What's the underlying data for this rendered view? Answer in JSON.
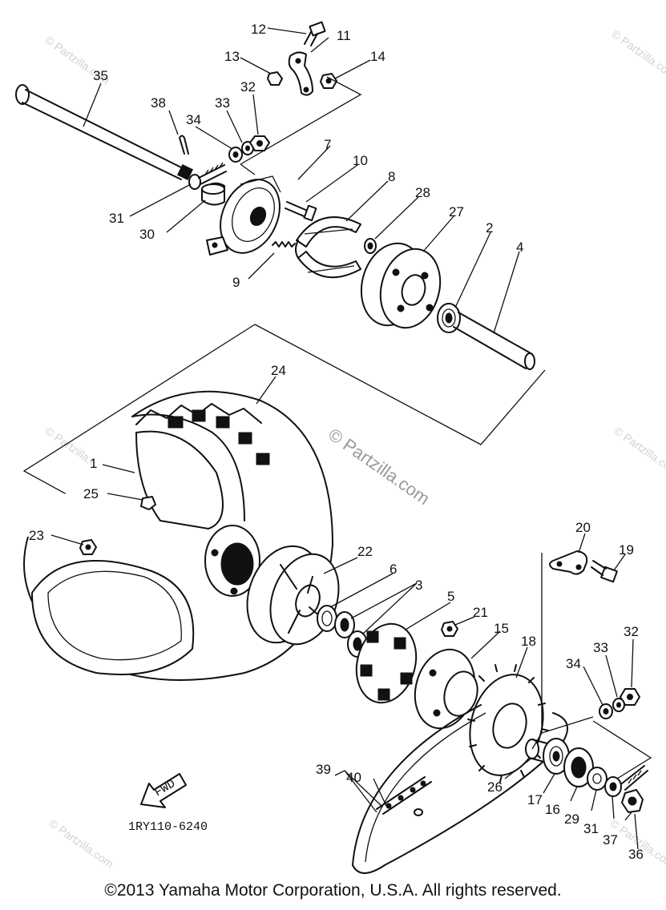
{
  "callouts": [
    "12",
    "11",
    "13",
    "14",
    "35",
    "32",
    "38",
    "33",
    "34",
    "7",
    "10",
    "8",
    "28",
    "27",
    "2",
    "4",
    "31",
    "30",
    "9",
    "24",
    "1",
    "25",
    "23",
    "22",
    "6",
    "3",
    "5",
    "21",
    "15",
    "18",
    "20",
    "19",
    "32",
    "33",
    "34",
    "26",
    "17",
    "16",
    "29",
    "31",
    "37",
    "36",
    "39",
    "40"
  ],
  "fwd_arrow_label": "FWD",
  "diagram_ref": "1RY110-6240",
  "watermark_text": "© Partzilla.com",
  "copyright": "©2013  Yamaha Motor Corporation, U.S.A. All rights reserved."
}
